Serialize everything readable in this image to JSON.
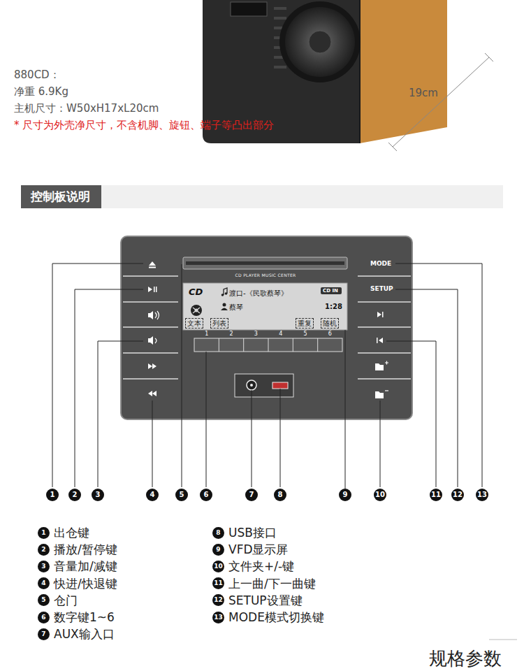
{
  "diagram": {
    "nodes": [
      {
        "text": [
          "控制板说明"
        ]
      },
      {
        "text": [
          "CD PLAYER MUSIC CENTER",
          "MODE",
          "SETUP",
          "1",
          "2",
          "3",
          "4",
          "5",
          "6"
        ]
      },
      {
        "text": [
          "CD",
          "渡口-《民歌蔡琴》",
          "蔡琴",
          "1:28"
        ],
        "in": 1
      },
      {
        "text": [
          "CD IN"
        ],
        "in": 2
      },
      {
        "text": [
          "文本"
        ],
        "in": 2
      },
      {
        "text": [
          "列表"
        ],
        "in": 2
      },
      {
        "text": [
          "重复"
        ],
        "in": 2
      },
      {
        "text": [
          "随机"
        ],
        "in": 2
      },
      {
        "text": [
          "1"
        ]
      },
      {
        "text": [
          "2"
        ]
      },
      {
        "text": [
          "3"
        ]
      },
      {
        "text": [
          "4"
        ]
      },
      {
        "text": [
          "5"
        ]
      },
      {
        "text": [
          "6"
        ]
      },
      {
        "text": [
          "7"
        ]
      },
      {
        "text": [
          "8"
        ]
      },
      {
        "text": [
          "9"
        ]
      },
      {
        "text": [
          "10"
        ]
      },
      {
        "text": [
          "11"
        ]
      },
      {
        "text": [
          "12"
        ]
      },
      {
        "text": [
          "13"
        ]
      },
      {
        "text": [
          "1",
          "出仓键"
        ]
      },
      {
        "text": [
          "2",
          "播放/暂停键"
        ]
      },
      {
        "text": [
          "3",
          "音量加/减键"
        ]
      },
      {
        "text": [
          "4",
          "快进/快退键"
        ]
      },
      {
        "text": [
          "5",
          "仓门"
        ]
      },
      {
        "text": [
          "6",
          "数字键1~6"
        ]
      },
      {
        "text": [
          "7",
          "AUX输入口"
        ]
      },
      {
        "text": [
          "8",
          "USB接口"
        ]
      },
      {
        "text": [
          "9",
          "VFD显示屏"
        ]
      },
      {
        "text": [
          "10",
          "文件夹+/-键"
        ]
      },
      {
        "text": [
          "11",
          "上一曲/下一曲键"
        ]
      },
      {
        "text": [
          "12",
          "SETUP设置键"
        ]
      },
      {
        "text": [
          "13",
          "MODE模式切换键"
        ]
      }
    ],
    "edges": [
      {
        "from": 2,
        "to": 16,
        "arrow": "none"
      }
    ],
    "labels": [
      "880CD：",
      "净重 6.9Kg",
      "主机尺寸：W50xH17xL20cm",
      "* 尺寸为外壳净尺寸，不含机脚、旋钮、端子等凸出部分",
      "19cm",
      "规格参数"
    ]
  }
}
